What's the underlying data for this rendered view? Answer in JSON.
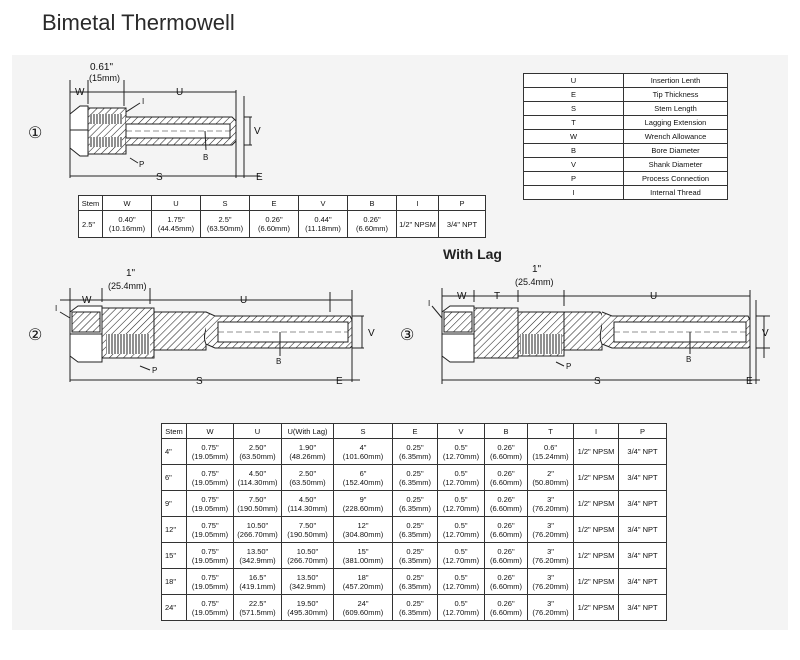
{
  "page_title": "Bimetal Thermowell",
  "lag_heading": "With Lag",
  "diagram1": {
    "number": "①",
    "top_dim": "0.61\"",
    "top_dim_sub": "(15mm)",
    "labels": {
      "w": "W",
      "u": "U",
      "i": "I",
      "v": "V",
      "p": "P",
      "b": "B",
      "s": "S",
      "e": "E"
    }
  },
  "diagram2": {
    "number": "②",
    "top_dim": "1\"",
    "top_dim_sub": "(25.4mm)",
    "labels": {
      "w": "W",
      "u": "U",
      "i": "I",
      "v": "V",
      "p": "P",
      "b": "B",
      "s": "S",
      "e": "E"
    }
  },
  "diagram3": {
    "number": "③",
    "top_dim": "1\"",
    "top_dim_sub": "(25.4mm)",
    "labels": {
      "w": "W",
      "t": "T",
      "u": "U",
      "i": "I",
      "v": "V",
      "p": "P",
      "b": "B",
      "s": "S",
      "e": "E"
    }
  },
  "legend": [
    {
      "code": "U",
      "desc": "Insertion Lenth"
    },
    {
      "code": "E",
      "desc": "Tip Thickness"
    },
    {
      "code": "S",
      "desc": "Stem Length"
    },
    {
      "code": "T",
      "desc": "Lagging Extension"
    },
    {
      "code": "W",
      "desc": "Wrench Allowance"
    },
    {
      "code": "B",
      "desc": "Bore Diameter"
    },
    {
      "code": "V",
      "desc": "Shank Diameter"
    },
    {
      "code": "P",
      "desc": "Process Connection"
    },
    {
      "code": "I",
      "desc": "Internal Thread"
    }
  ],
  "table1": {
    "headers": [
      "Stem",
      "W",
      "U",
      "S",
      "E",
      "V",
      "B",
      "I",
      "P"
    ],
    "rows": [
      [
        [
          "2.5\""
        ],
        [
          "0.40\"",
          "(10.16mm)"
        ],
        [
          "1.75\"",
          "(44.45mm)"
        ],
        [
          "2.5\"",
          "(63.50mm)"
        ],
        [
          "0.26\"",
          "(6.60mm)"
        ],
        [
          "0.44\"",
          "(11.18mm)"
        ],
        [
          "0.26\"",
          "(6.60mm)"
        ],
        [
          "1/2\" NPSM"
        ],
        [
          "3/4\" NPT"
        ]
      ]
    ]
  },
  "table2": {
    "headers": [
      "Stem",
      "W",
      "U",
      "U(With Lag)",
      "S",
      "E",
      "V",
      "B",
      "T",
      "I",
      "P"
    ],
    "rows": [
      [
        [
          "4\""
        ],
        [
          "0.75\"",
          "(19.05mm)"
        ],
        [
          "2.50\"",
          "(63.50mm)"
        ],
        [
          "1.90\"",
          "(48.26mm)"
        ],
        [
          "4\"",
          "(101.60mm)"
        ],
        [
          "0.25\"",
          "(6.35mm)"
        ],
        [
          "0.5\"",
          "(12.70mm)"
        ],
        [
          "0.26\"",
          "(6.60mm)"
        ],
        [
          "0.6\"",
          "(15.24mm)"
        ],
        [
          "1/2\" NPSM"
        ],
        [
          "3/4\" NPT"
        ]
      ],
      [
        [
          "6\""
        ],
        [
          "0.75\"",
          "(19.05mm)"
        ],
        [
          "4.50\"",
          "(114.30mm)"
        ],
        [
          "2.50\"",
          "(63.50mm)"
        ],
        [
          "6\"",
          "(152.40mm)"
        ],
        [
          "0.25\"",
          "(6.35mm)"
        ],
        [
          "0.5\"",
          "(12.70mm)"
        ],
        [
          "0.26\"",
          "(6.60mm)"
        ],
        [
          "2\"",
          "(50.80mm)"
        ],
        [
          "1/2\" NPSM"
        ],
        [
          "3/4\" NPT"
        ]
      ],
      [
        [
          "9\""
        ],
        [
          "0.75\"",
          "(19.05mm)"
        ],
        [
          "7.50\"",
          "(190.50mm)"
        ],
        [
          "4.50\"",
          "(114.30mm)"
        ],
        [
          "9\"",
          "(228.60mm)"
        ],
        [
          "0.25\"",
          "(6.35mm)"
        ],
        [
          "0.5\"",
          "(12.70mm)"
        ],
        [
          "0.26\"",
          "(6.60mm)"
        ],
        [
          "3\"",
          "(76.20mm)"
        ],
        [
          "1/2\" NPSM"
        ],
        [
          "3/4\" NPT"
        ]
      ],
      [
        [
          "12\""
        ],
        [
          "0.75\"",
          "(19.05mm)"
        ],
        [
          "10.50\"",
          "(266.70mm)"
        ],
        [
          "7.50\"",
          "(190.50mm)"
        ],
        [
          "12\"",
          "(304.80mm)"
        ],
        [
          "0.25\"",
          "(6.35mm)"
        ],
        [
          "0.5\"",
          "(12.70mm)"
        ],
        [
          "0.26\"",
          "(6.60mm)"
        ],
        [
          "3\"",
          "(76.20mm)"
        ],
        [
          "1/2\" NPSM"
        ],
        [
          "3/4\" NPT"
        ]
      ],
      [
        [
          "15\""
        ],
        [
          "0.75\"",
          "(19.05mm)"
        ],
        [
          "13.50\"",
          "(342.9mm)"
        ],
        [
          "10.50\"",
          "(266.70mm)"
        ],
        [
          "15\"",
          "(381.00mm)"
        ],
        [
          "0.25\"",
          "(6.35mm)"
        ],
        [
          "0.5\"",
          "(12.70mm)"
        ],
        [
          "0.26\"",
          "(6.60mm)"
        ],
        [
          "3\"",
          "(76.20mm)"
        ],
        [
          "1/2\" NPSM"
        ],
        [
          "3/4\" NPT"
        ]
      ],
      [
        [
          "18\""
        ],
        [
          "0.75\"",
          "(19.05mm)"
        ],
        [
          "16.5\"",
          "(419.1mm)"
        ],
        [
          "13.50\"",
          "(342.9mm)"
        ],
        [
          "18\"",
          "(457.20mm)"
        ],
        [
          "0.25\"",
          "(6.35mm)"
        ],
        [
          "0.5\"",
          "(12.70mm)"
        ],
        [
          "0.26\"",
          "(6.60mm)"
        ],
        [
          "3\"",
          "(76.20mm)"
        ],
        [
          "1/2\" NPSM"
        ],
        [
          "3/4\" NPT"
        ]
      ],
      [
        [
          "24\""
        ],
        [
          "0.75\"",
          "(19.05mm)"
        ],
        [
          "22.5\"",
          "(571.5mm)"
        ],
        [
          "19.50\"",
          "(495.30mm)"
        ],
        [
          "24\"",
          "(609.60mm)"
        ],
        [
          "0.25\"",
          "(6.35mm)"
        ],
        [
          "0.5\"",
          "(12.70mm)"
        ],
        [
          "0.26\"",
          "(6.60mm)"
        ],
        [
          "3\"",
          "(76.20mm)"
        ],
        [
          "1/2\" NPSM"
        ],
        [
          "3/4\" NPT"
        ]
      ]
    ]
  }
}
